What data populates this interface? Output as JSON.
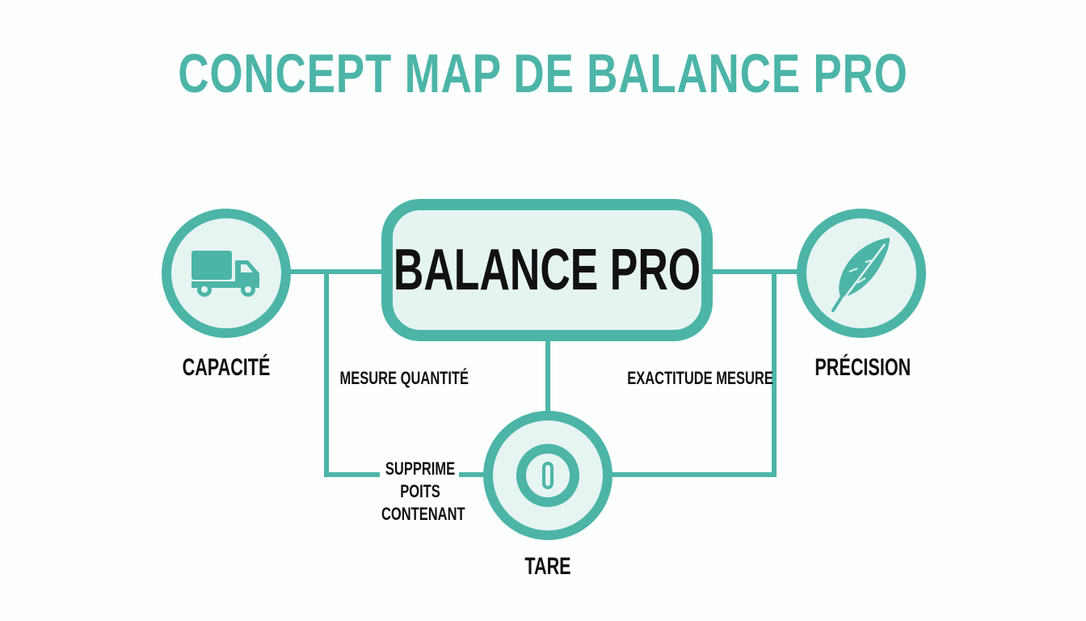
{
  "title": "CONCEPT MAP DE BALANCE PRO",
  "colors": {
    "accent": "#4cb5a8",
    "node_fill": "#e6f4f2",
    "text": "#111111",
    "background": "#fdfefe"
  },
  "center_node": {
    "label": "BALANCE PRO"
  },
  "nodes": [
    {
      "id": "capacite",
      "label": "CAPACITÉ",
      "icon": "truck-icon"
    },
    {
      "id": "precision",
      "label": "PRÉCISION",
      "icon": "feather-icon"
    },
    {
      "id": "tare",
      "label": "TARE",
      "icon": "zero-button-icon",
      "icon_glyph": "0"
    }
  ],
  "edges": [
    {
      "from": "BALANCE PRO",
      "to": "CAPACITÉ",
      "label": "MESURE QUANTITÉ"
    },
    {
      "from": "BALANCE PRO",
      "to": "PRÉCISION",
      "label": "EXACTITUDE MESURE"
    },
    {
      "from": "BALANCE PRO",
      "to": "TARE",
      "label_lines": [
        "SUPPRIME",
        "POITS",
        "CONTENANT"
      ]
    }
  ]
}
